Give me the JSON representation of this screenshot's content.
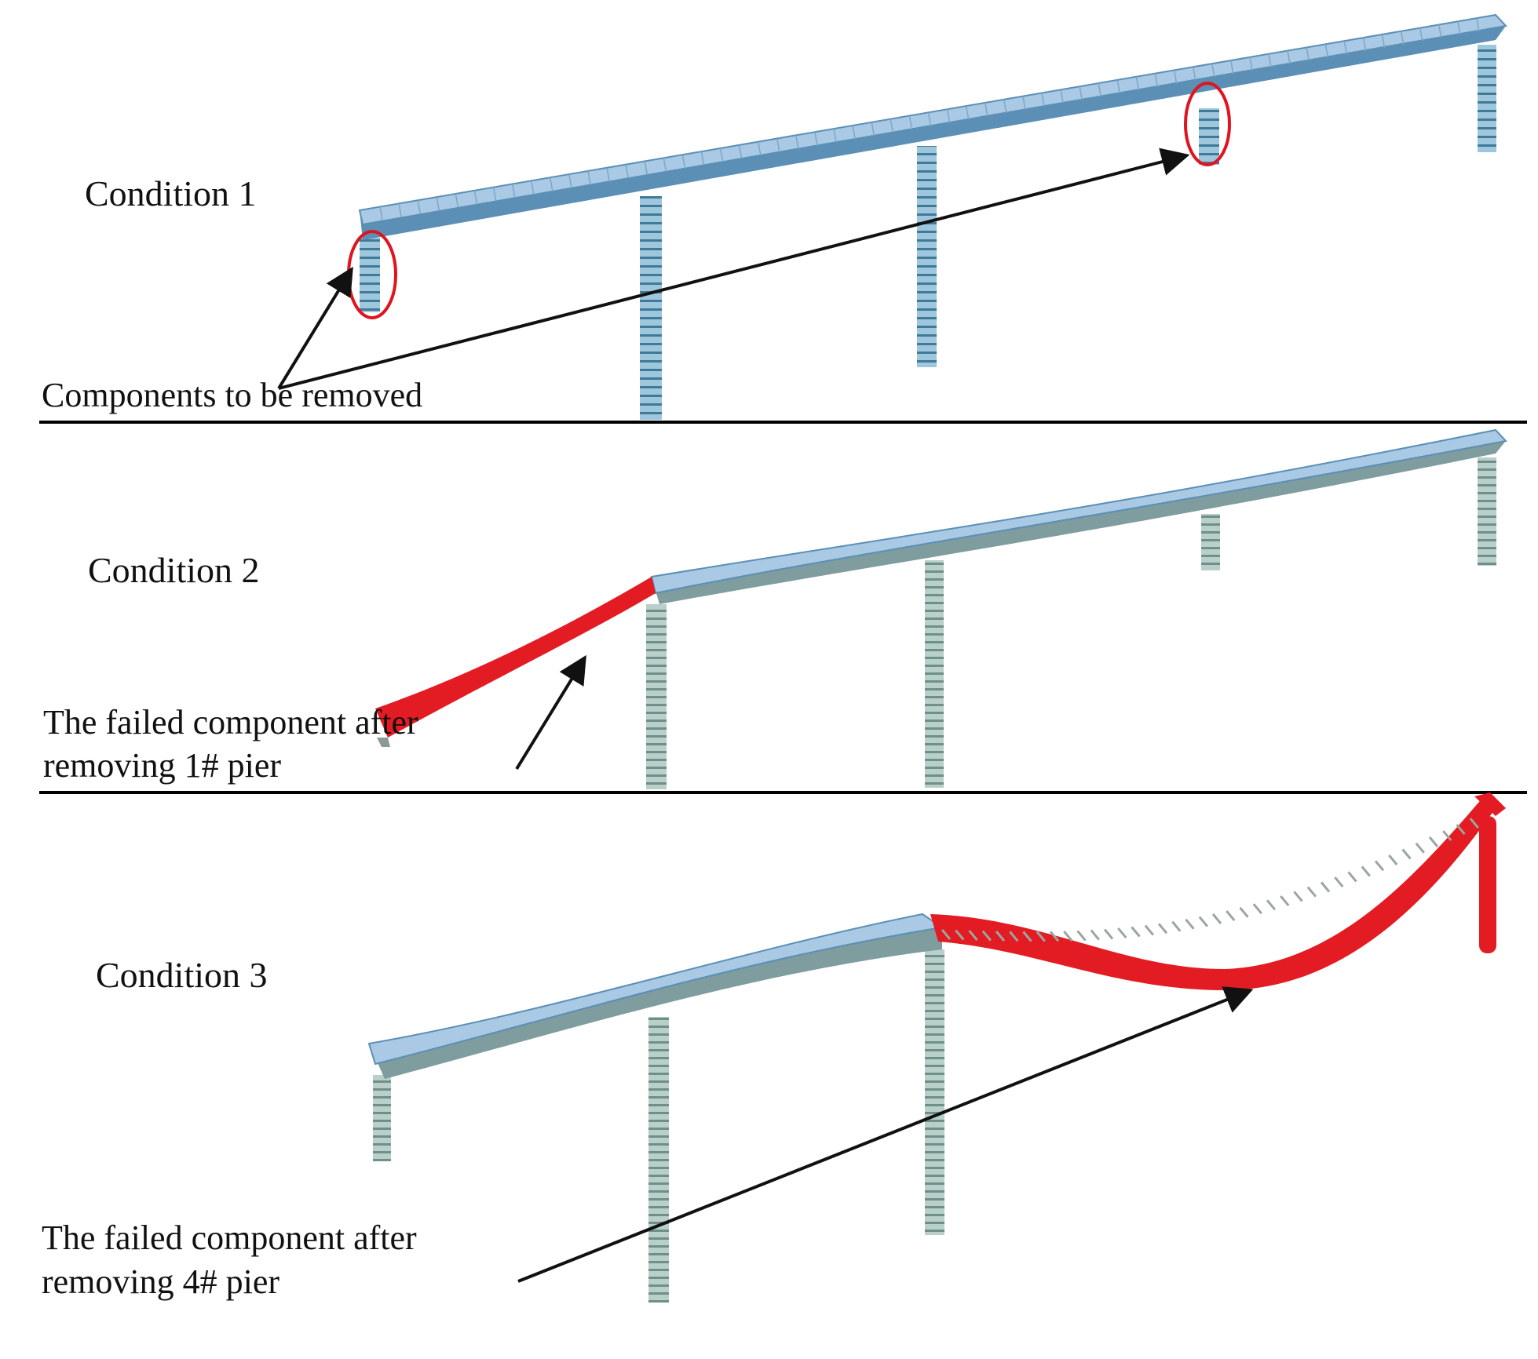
{
  "colors": {
    "deck_fill": "#a9c9e4",
    "deck_edge": "#5b8fb5",
    "pier_fill": "#9ec6dc",
    "pier_stripe": "#3f7a98",
    "failed": "#e31b23",
    "circle": "#e0141e",
    "arrow": "#111111",
    "divider": "#000000"
  },
  "panels": [
    {
      "condition_label": "Condition 1",
      "annotation_lines": [
        "Components to be removed"
      ]
    },
    {
      "condition_label": "Condition 2",
      "annotation_lines": [
        "The failed component after",
        "removing 1# pier"
      ]
    },
    {
      "condition_label": "Condition 3",
      "annotation_lines": [
        "The failed component after",
        "removing 4# pier"
      ]
    }
  ]
}
